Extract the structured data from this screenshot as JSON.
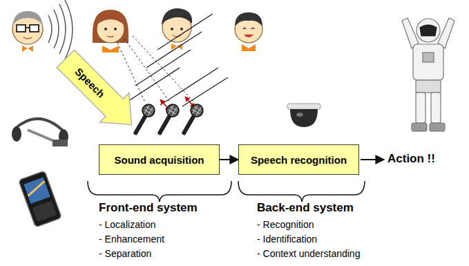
{
  "diagram": {
    "nodes": [
      {
        "text": [
          "Sound acquisition"
        ]
      },
      {
        "text": [
          "Speech recognition"
        ]
      }
    ],
    "edges": [
      {
        "from": 0,
        "to": 1,
        "arrow": "to"
      }
    ],
    "labels": [
      "Speech",
      "Action !!",
      "Front-end system",
      "- Localization",
      "- Enhancement",
      "- Separation",
      "Back-end system",
      "- Recognition",
      "- Identification",
      "- Context understanding"
    ]
  }
}
